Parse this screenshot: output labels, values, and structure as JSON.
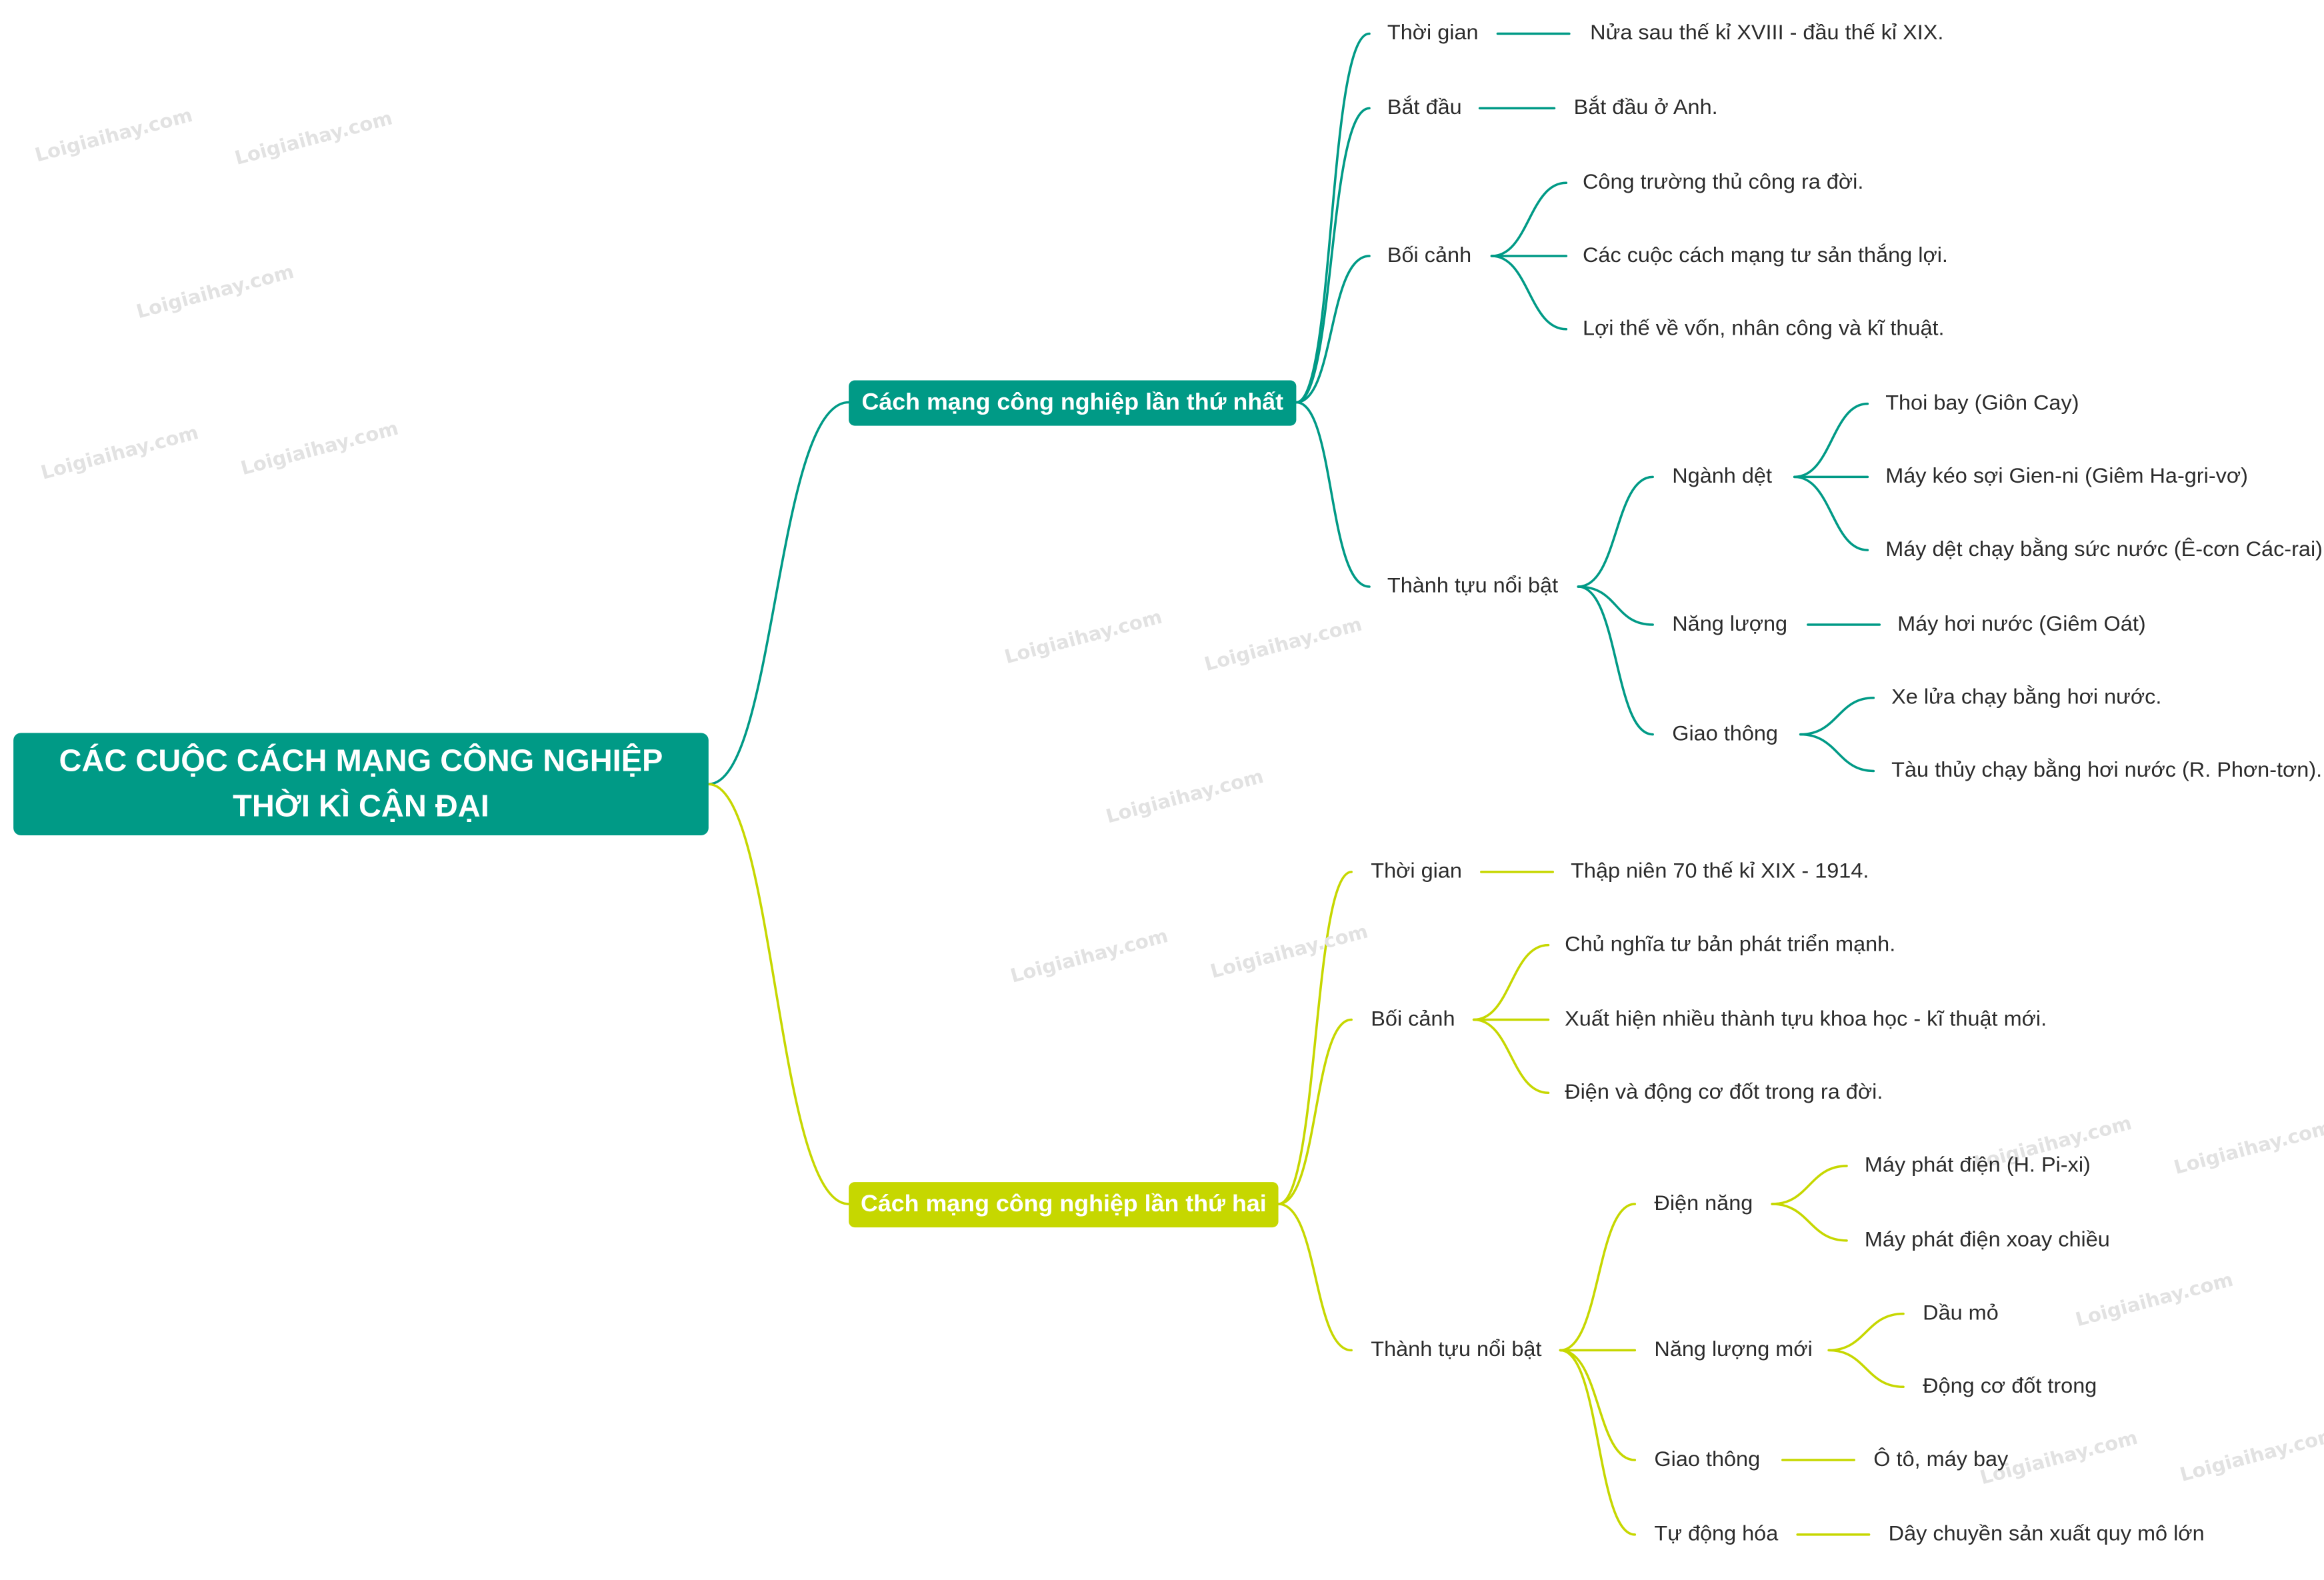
{
  "root": {
    "line1": "CÁC CUỘC CÁCH MẠNG CÔNG NGHIỆP",
    "line2": "THỜI KÌ CẬN ĐẠI"
  },
  "colors": {
    "first": "#009a86",
    "second": "#c6d700",
    "text": "#2b2b2b"
  },
  "first": {
    "title": "Cách mạng công nghiệp lần thứ nhất",
    "time_label": "Thời gian",
    "time_value": "Nửa sau thế kỉ XVIII - đầu thế kỉ XIX.",
    "start_label": "Bắt đầu",
    "start_value": "Bắt đầu ở Anh.",
    "context_label": "Bối cảnh",
    "context": [
      "Công trường thủ công ra đời.",
      "Các cuộc cách mạng tư sản thắng lợi.",
      "Lợi thế về vốn, nhân công và kĩ thuật."
    ],
    "achievements_label": "Thành tựu nổi bật",
    "textile_label": "Ngành dệt",
    "textile": [
      "Thoi bay (Giôn Cay)",
      "Máy kéo sợi Gien-ni (Giêm Ha-gri-vơ)",
      "Máy dệt chạy bằng sức nước (Ê-cơn Các-rai)"
    ],
    "energy_label": "Năng lượng",
    "energy_value": "Máy hơi nước (Giêm Oát)",
    "transport_label": "Giao thông",
    "transport": [
      "Xe lửa chạy bằng hơi nước.",
      "Tàu thủy chạy bằng hơi nước (R. Phơn-tơn)."
    ]
  },
  "second": {
    "title": "Cách mạng công nghiệp lần thứ hai",
    "time_label": "Thời gian",
    "time_value": "Thập niên 70 thế kỉ XIX - 1914.",
    "context_label": "Bối cảnh",
    "context": [
      "Chủ nghĩa tư bản phát triển mạnh.",
      "Xuất hiện nhiều thành tựu khoa học - kĩ thuật mới.",
      "Điện và động cơ đốt trong ra đời."
    ],
    "achievements_label": "Thành tựu nổi bật",
    "electric_label": "Điện năng",
    "electric": [
      "Máy phát điện (H. Pi-xi)",
      "Máy phát điện xoay chiều"
    ],
    "newenergy_label": "Năng lượng mới",
    "newenergy": [
      "Dầu mỏ",
      "Động cơ đốt trong"
    ],
    "transport_label": "Giao thông",
    "transport_value": "Ô tô, máy bay",
    "automation_label": "Tự động hóa",
    "automation_value": "Dây chuyền sản xuất quy mô lớn"
  },
  "watermark": "Loigiaihay.com"
}
